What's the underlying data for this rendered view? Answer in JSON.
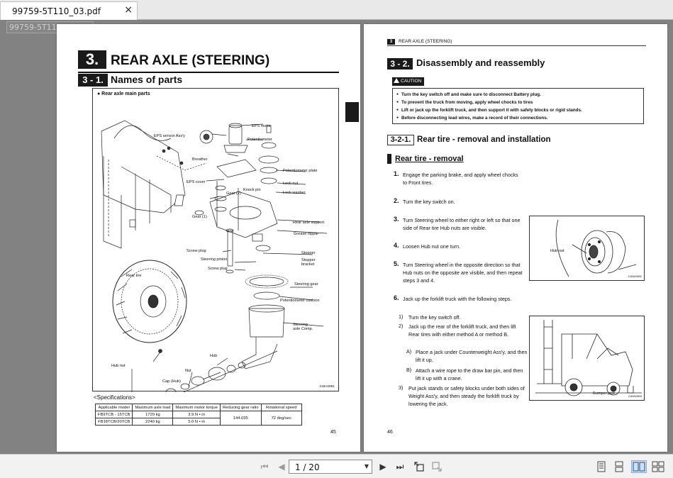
{
  "tab": {
    "title": "99759-5T110_03.pdf",
    "close_glyph": "×"
  },
  "tooltip": "99759-5T110_03.pdf",
  "left_page": {
    "chapter_number": "3.",
    "chapter_title": "REAR AXLE (STEERING)",
    "section_number": "3 - 1.",
    "section_title": "Names of parts",
    "figure_caption": "● Rear axle main parts",
    "figure_code": "21BA00B1",
    "labels": {
      "eps_motor": "EPS motor",
      "eps_sensor": "EPS sensor Ass'y",
      "potentiometer": "Potentiometer",
      "breather": "Breather",
      "potentiometer_plate": "Potentiometer plate",
      "eps_cover": "EPS cover",
      "lock_nut": "Lock nut",
      "gear2": "Gear (2)",
      "knock_pin": "Knock pin",
      "lock_washer": "Lock washer",
      "gear1": "Gear (1)",
      "rear_axle_support": "Rear axle support",
      "grease_nipple": "Grease nipple",
      "screw_plug1": "Screw plug",
      "stopper": "Stopper",
      "steering_pinion": "Steering pinion",
      "stopper_bracket": "Stopper bracket",
      "screw_plug2": "Screw plug",
      "rear_tire": "Rear tire",
      "steering_gear": "Steering gear",
      "potentiometer_cushion": "Potentiometer cushion",
      "steering_axle": "Steering axle Comp.",
      "hub_nut": "Hub nut",
      "hub": "Hub",
      "nut": "Nut",
      "cap_hub": "Cap (Hub)"
    },
    "specs_title": "<Specifications>",
    "specs_headers": [
      "Applicable model",
      "Maximum axle load",
      "Maximum motor torque",
      "Reducing gear ratio",
      "Rotational speed"
    ],
    "specs_rows": [
      [
        "FB9TCB - 15TCB",
        "1720 kg",
        "3.9 N • m"
      ],
      [
        "FB18TCB/20TCB",
        "2240 kg",
        "5.0 N • m"
      ]
    ],
    "specs_ratio": "144.035",
    "specs_speed": "72 deg/sec",
    "page_number": "45"
  },
  "right_page": {
    "header_mark": "3",
    "header_text": "REAR AXLE (STEERING)",
    "section_number": "3 - 2.",
    "section_title": "Disassembly and reassembly",
    "caution_label": "CAUTION",
    "caution_items": [
      "Turn the key switch off and make sure to disconnect Battery plug.",
      "To prevent the truck from moving, apply wheel chocks to tires",
      "Lift or jack up the forklift truck, and then support it with safety blocks or rigid stands.",
      "Before disconnecting lead wires, make a record of their connections."
    ],
    "subsection_number": "3-2-1.",
    "subsection_title": "Rear tire - removal and installation",
    "subheading": "Rear tire - removal",
    "steps": [
      {
        "num": "1.",
        "text": "Engage the parking brake, and apply wheel chocks to Front tires."
      },
      {
        "num": "2.",
        "text": "Turn the key switch on."
      },
      {
        "num": "3.",
        "text": "Turn Steering wheel to either right or left so that one side of Rear tire Hub nuts are visible."
      },
      {
        "num": "4.",
        "text": "Loosen Hub nut one turn."
      },
      {
        "num": "5.",
        "text": "Turn Steering wheel in the opposite direction so that Hub nuts on the opposite are visible, and then repeat steps 3 and 4."
      },
      {
        "num": "6.",
        "text": "Jack up the forklift truck with the following steps."
      }
    ],
    "sub_steps": [
      {
        "num": "1)",
        "text": "Turn the key switch off."
      },
      {
        "num": "2)",
        "text": "Jack up the rear of the forklift truck, and then lift Rear tires with either method A or method B."
      },
      {
        "num": "3)",
        "text": "Put jack stands or safety blocks under both sides of Weight Ass'y, and then steady the forklift truck by lowering the jack."
      }
    ],
    "sub_sub_steps": [
      {
        "num": "A)",
        "text": "Place a jack under Counterweight Ass'y, and then lift it up."
      },
      {
        "num": "B)",
        "text": "Attach a wire rope to the draw bar pin, and then lift it up with a crane."
      }
    ],
    "fig1_label": "Hub nut",
    "fig1_code": "21BA00B2",
    "fig2_label": "Bumper jack",
    "fig2_code": "21BA00B3",
    "page_number": "46"
  },
  "toolbar": {
    "page_indicator": "1 / 20",
    "first_glyph": "⏮",
    "prev_glyph": "◀",
    "next_glyph": "▶",
    "last_glyph": "⏭"
  }
}
